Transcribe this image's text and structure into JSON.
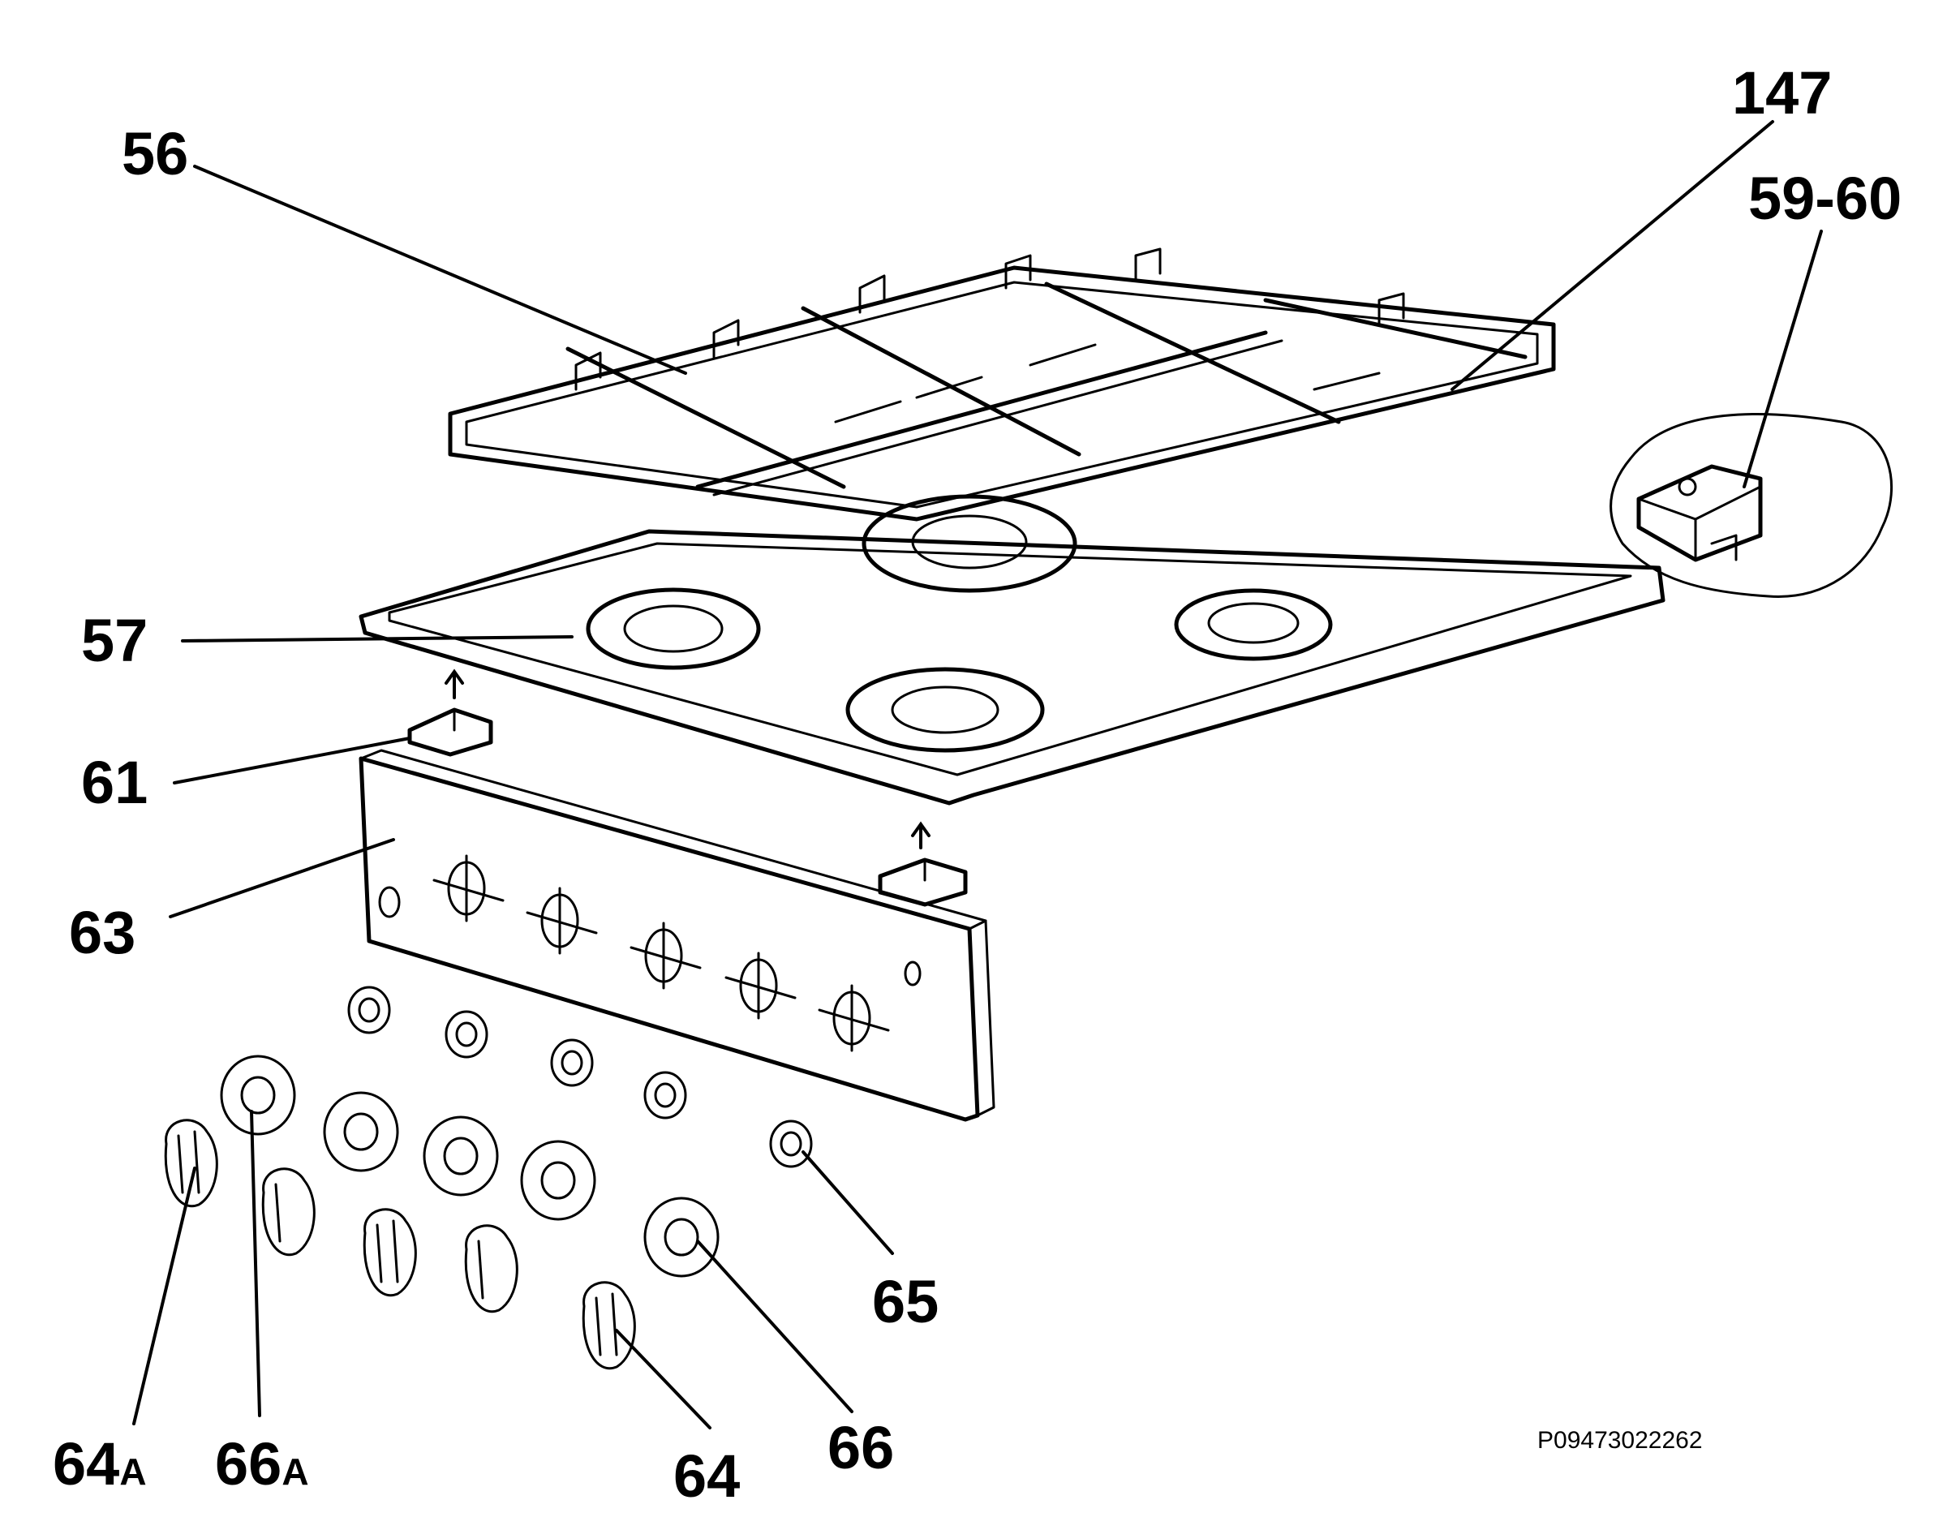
{
  "labels": {
    "grid": "56",
    "hob_top": "57",
    "frame": "147",
    "hinge_left": "61",
    "control_panel": "63",
    "knob_a": "64",
    "knob_a_suffix": "A",
    "knob_ring_a": "66",
    "knob_ring_a_suffix": "A",
    "knob": "64",
    "knob_ring": "66",
    "spring": "65",
    "switch": "59-60"
  },
  "drawing_code": "P09473022262"
}
